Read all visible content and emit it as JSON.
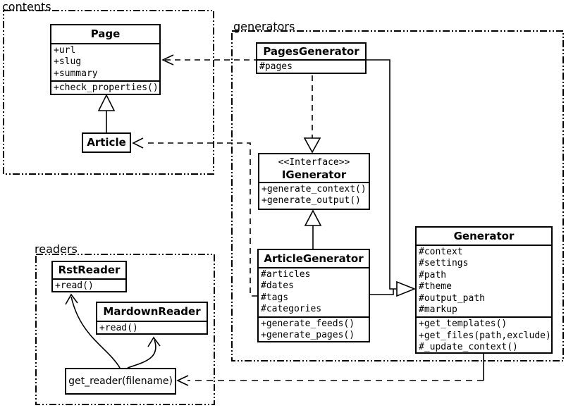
{
  "diagram_type": "uml-class-diagram",
  "colors": {
    "stroke": "#000000",
    "background": "#ffffff"
  },
  "packages": {
    "contents": {
      "label": "contents"
    },
    "generators": {
      "label": "generators"
    },
    "readers": {
      "label": "readers"
    }
  },
  "classes": {
    "page": {
      "name": "Page",
      "attributes": [
        "+url",
        "+slug",
        "+summary"
      ],
      "methods": [
        "+check_properties()"
      ]
    },
    "article": {
      "name": "Article"
    },
    "pages_generator": {
      "name": "PagesGenerator",
      "attributes": [
        "#pages"
      ]
    },
    "igenerator": {
      "stereotype": "<<Interface>>",
      "name": "IGenerator",
      "methods": [
        "+generate_context()",
        "+generate_output()"
      ]
    },
    "article_generator": {
      "name": "ArticleGenerator",
      "attributes": [
        "#articles",
        "#dates",
        "#tags",
        "#categories"
      ],
      "methods": [
        "+generate_feeds()",
        "+generate_pages()"
      ]
    },
    "generator": {
      "name": "Generator",
      "attributes": [
        "#context",
        "#settings",
        "#path",
        "#theme",
        "#output_path",
        "#markup"
      ],
      "methods": [
        "+get_templates()",
        "+get_files(path,exclude)",
        "#_update_context()"
      ]
    },
    "rst_reader": {
      "name": "RstReader",
      "methods": [
        "+read()"
      ]
    },
    "mardown_reader": {
      "name": "MardownReader",
      "methods": [
        "+read()"
      ]
    },
    "get_reader": {
      "label": "get_reader(filename)"
    }
  },
  "relations": [
    {
      "from": "Article",
      "to": "Page",
      "type": "inheritance"
    },
    {
      "from": "ArticleGenerator",
      "to": "IGenerator",
      "type": "inheritance"
    },
    {
      "from": "PagesGenerator",
      "to": "IGenerator",
      "type": "realization"
    },
    {
      "from": "PagesGenerator",
      "to": "Generator",
      "type": "inheritance"
    },
    {
      "from": "ArticleGenerator",
      "to": "Generator",
      "type": "inheritance"
    },
    {
      "from": "PagesGenerator",
      "to": "Page",
      "type": "dependency"
    },
    {
      "from": "ArticleGenerator",
      "to": "Article",
      "type": "dependency"
    },
    {
      "from": "Generator",
      "to": "get_reader(filename)",
      "type": "dependency"
    },
    {
      "from": "get_reader(filename)",
      "to": "RstReader",
      "type": "association"
    },
    {
      "from": "get_reader(filename)",
      "to": "MardownReader",
      "type": "association"
    }
  ]
}
